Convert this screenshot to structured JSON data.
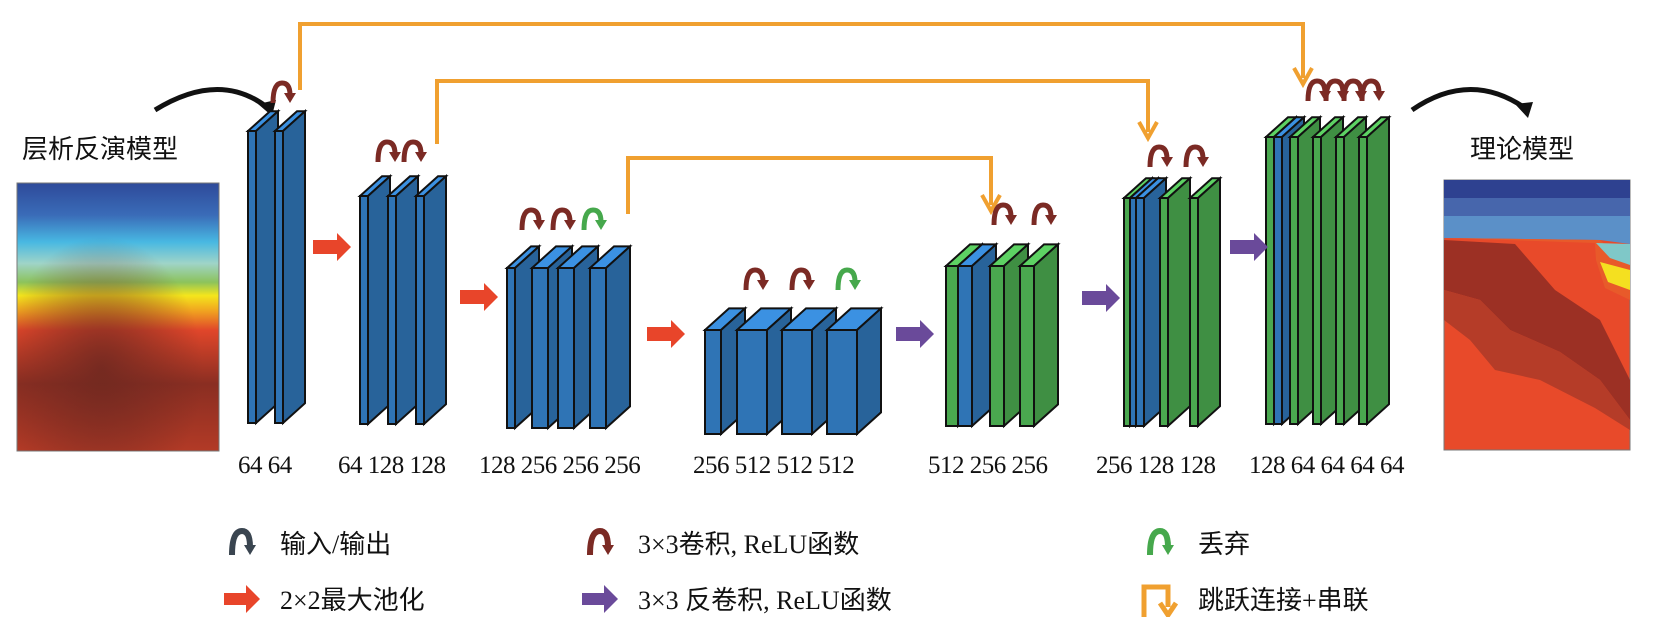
{
  "input_model": {
    "title": "层析反演模型",
    "icon": "velocity-gradient-image"
  },
  "output_model": {
    "title": "理论模型",
    "icon": "layered-geology-image"
  },
  "blocks": [
    {
      "id": "enc1",
      "stage": "encoder",
      "channels": [
        "64",
        "64"
      ],
      "label": "64 64"
    },
    {
      "id": "enc2",
      "stage": "encoder",
      "channels": [
        "64",
        "128",
        "128"
      ],
      "label": "64 128 128"
    },
    {
      "id": "enc3",
      "stage": "encoder",
      "channels": [
        "128",
        "256",
        "256",
        "256"
      ],
      "label": "128 256 256 256"
    },
    {
      "id": "bottleneck",
      "stage": "bottleneck",
      "channels": [
        "256",
        "512",
        "512",
        "512"
      ],
      "label": "256 512 512 512"
    },
    {
      "id": "dec1",
      "stage": "decoder",
      "channels": [
        "512",
        "256",
        "256"
      ],
      "label": "512 256 256"
    },
    {
      "id": "dec2",
      "stage": "decoder",
      "channels": [
        "256",
        "128",
        "128"
      ],
      "label": "256 128 128"
    },
    {
      "id": "dec3",
      "stage": "decoder",
      "channels": [
        "128",
        "64",
        "64",
        "64",
        "64"
      ],
      "label": "128 64 64 64 64"
    }
  ],
  "colors": {
    "encoder_blue": "#2f74b5",
    "decoder_green": "#4aa84f",
    "conv_arrow": "#7b2a24",
    "dropout_arrow": "#46a84c",
    "io_arrow": "#3a4550",
    "pool_arrow": "#e8452a",
    "deconv_arrow": "#6a4a9a",
    "skip_line": "#f0a030"
  },
  "legend": [
    {
      "icon": "io-arrow-icon",
      "label": "输入/输出"
    },
    {
      "icon": "conv-arrow-icon",
      "label": "3×3卷积, ReLU函数"
    },
    {
      "icon": "dropout-arrow-icon",
      "label": "丢弃"
    },
    {
      "icon": "maxpool-arrow-icon",
      "label": "2×2最大池化"
    },
    {
      "icon": "deconv-arrow-icon",
      "label": "3×3 反卷积, ReLU函数"
    },
    {
      "icon": "skip-connection-icon",
      "label": "跳跃连接+串联"
    }
  ]
}
